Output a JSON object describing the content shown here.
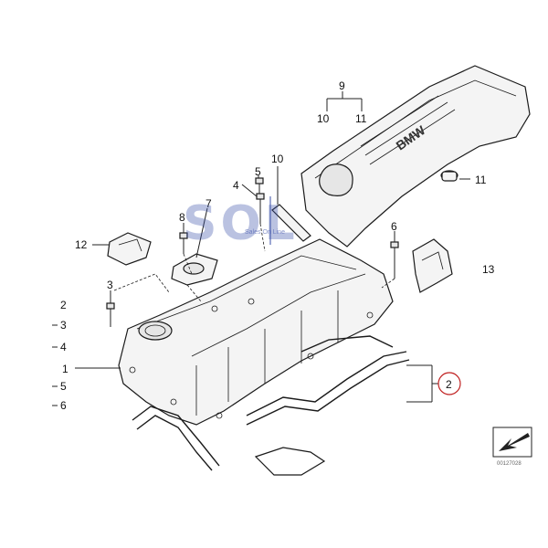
{
  "labels": {
    "n1": "1",
    "n2": "2",
    "n3": "3",
    "n4": "4",
    "n5": "5",
    "n6": "6",
    "n7": "7",
    "n8": "8",
    "n9": "9",
    "n10": "10",
    "n11": "11",
    "n12": "12",
    "n13": "13"
  },
  "watermark": {
    "main": "SOL",
    "sub": "Sales On Line"
  },
  "cover_logo": "BMW",
  "figure_id": "00127028"
}
